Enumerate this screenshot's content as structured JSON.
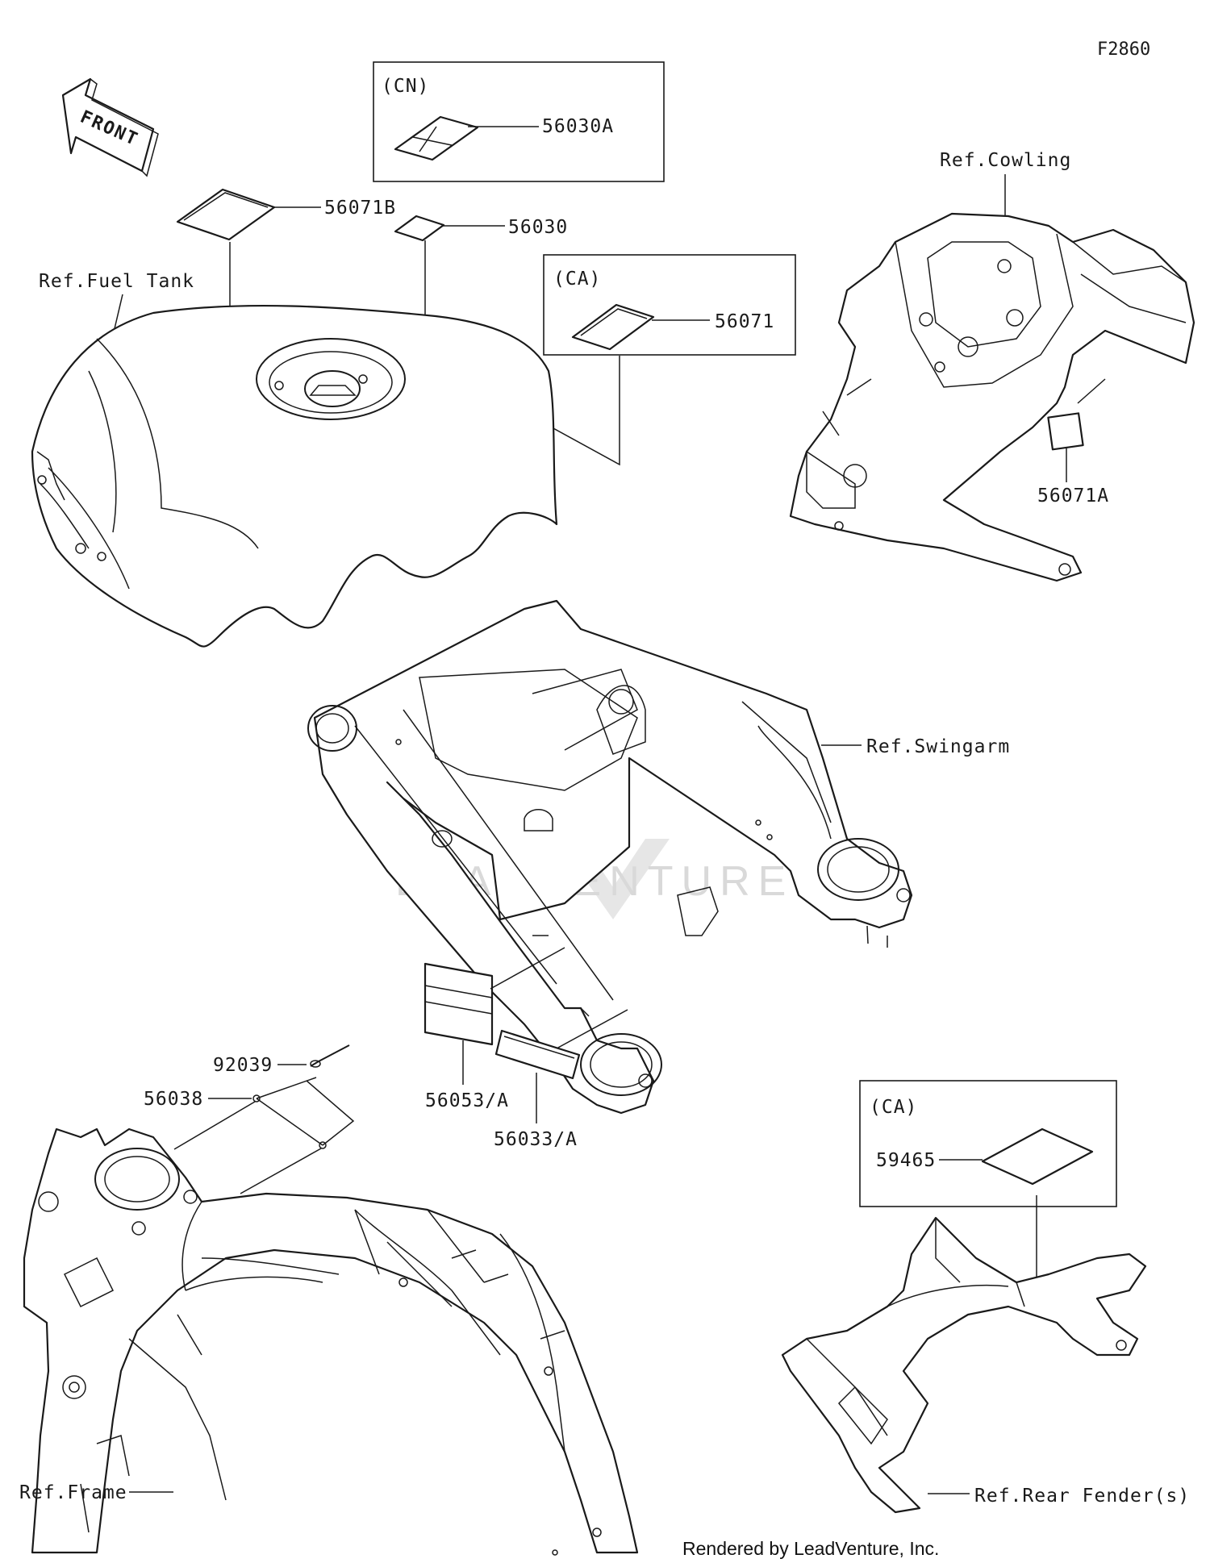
{
  "diagram_code": "F2860",
  "front_arrow_label": "FRONT",
  "watermark": "LEADVENTURE",
  "credit": "Rendered by LeadVenture, Inc.",
  "boxes": {
    "cn": {
      "tag": "(CN)",
      "part": "56030A"
    },
    "ca_tank": {
      "tag": "(CA)",
      "part": "56071"
    },
    "ca_fender": {
      "tag": "(CA)",
      "part": "59465"
    }
  },
  "parts": {
    "p56071B": "56071B",
    "p56030": "56030",
    "p56071A": "56071A",
    "p56053A": "56053/A",
    "p56033A": "56033/A",
    "p92039": "92039",
    "p56038": "56038"
  },
  "refs": {
    "fuel_tank": "Ref.Fuel Tank",
    "cowling": "Ref.Cowling",
    "swingarm": "Ref.Swingarm",
    "rear_fender": "Ref.Rear Fender(s)",
    "frame": "Ref.Frame"
  }
}
